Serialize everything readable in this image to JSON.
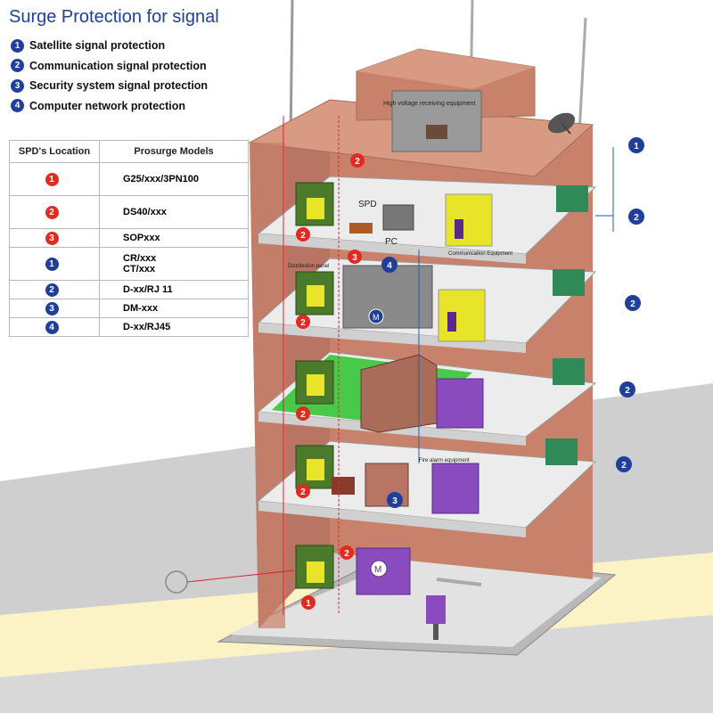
{
  "title": "Surge Protection for signal",
  "legend": [
    {
      "num": "1",
      "label": "Satellite signal protection"
    },
    {
      "num": "2",
      "label": "Communication signal protection"
    },
    {
      "num": "3",
      "label": "Security system signal protection"
    },
    {
      "num": "4",
      "label": "Computer network protection"
    }
  ],
  "table": {
    "headers": [
      "SPD's Location",
      "Prosurge Models"
    ],
    "rows": [
      {
        "num": "1",
        "color": "red",
        "model": "G25/xxx/3PN100"
      },
      {
        "num": "2",
        "color": "red",
        "model": "DS40/xxx"
      },
      {
        "num": "3",
        "color": "red",
        "model": "SOPxxx"
      },
      {
        "num": "1",
        "color": "blue",
        "model": "CR/xxx\nCT/xxx"
      },
      {
        "num": "2",
        "color": "blue",
        "model": "D-xx/RJ 11"
      },
      {
        "num": "3",
        "color": "blue",
        "model": "DM-xxx"
      },
      {
        "num": "4",
        "color": "blue",
        "model": "D-xx/RJ45"
      }
    ]
  },
  "labels": {
    "high_voltage": "High voltage receiving equipment",
    "spd": "SPD",
    "pc": "PC",
    "communication_equipment": "Communication Equipment",
    "distribution_panel": "Distribution panel",
    "fire_alarm": "Fire alarm equipment",
    "motor": "M"
  },
  "markers": {
    "red": [
      {
        "id": "r-roof-2",
        "num": "2"
      },
      {
        "id": "r-f1-2",
        "num": "2"
      },
      {
        "id": "r-f1-3",
        "num": "3"
      },
      {
        "id": "r-f2-2",
        "num": "2"
      },
      {
        "id": "r-f3-2",
        "num": "2"
      },
      {
        "id": "r-f4-2",
        "num": "2"
      },
      {
        "id": "r-g-2",
        "num": "2"
      },
      {
        "id": "r-g-1",
        "num": "1"
      }
    ],
    "blue": [
      {
        "id": "b-roof-1",
        "num": "1"
      },
      {
        "id": "b-f1-2",
        "num": "2"
      },
      {
        "id": "b-f1-4",
        "num": "4"
      },
      {
        "id": "b-f2-2",
        "num": "2"
      },
      {
        "id": "b-f3-2",
        "num": "2"
      },
      {
        "id": "b-f4-2",
        "num": "2"
      },
      {
        "id": "b-f4-3",
        "num": "3"
      }
    ]
  },
  "colors": {
    "badge_red": "#e02b20",
    "badge_blue": "#1f3f9a",
    "wall": "#c8826c",
    "floor": "#ececec",
    "yellow_panel": "#e8e42a",
    "purple_panel": "#8a4bbf",
    "green_cabinet": "#2f8a58",
    "green_floor": "#49c94a"
  }
}
